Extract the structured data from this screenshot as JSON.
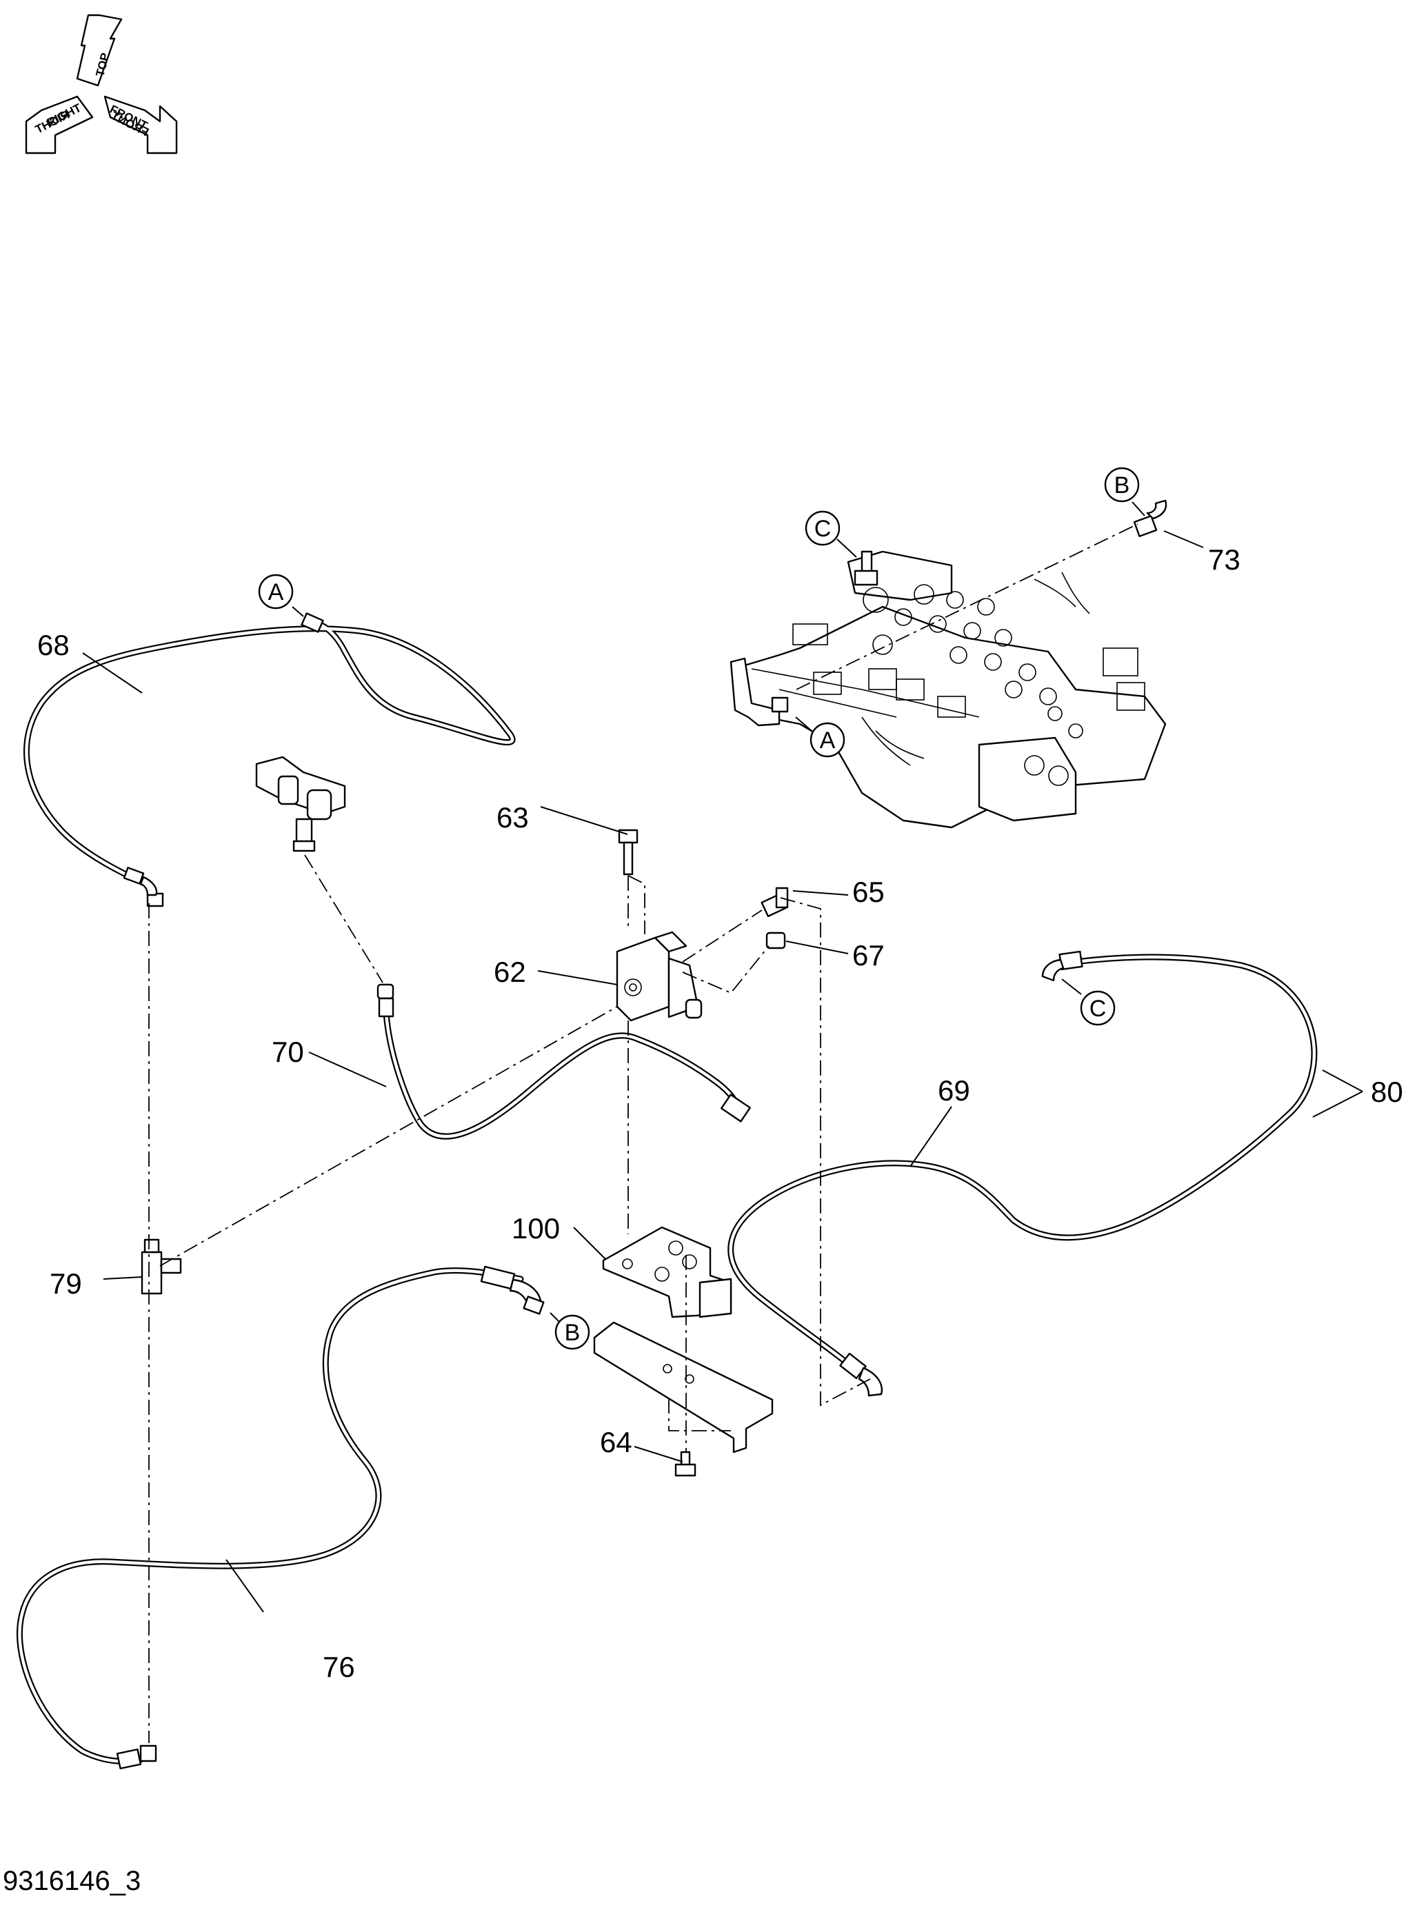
{
  "orientation": {
    "top": "TOP",
    "right": "RIGHT",
    "front": "FRONT",
    "mirror_right": "RIGHT",
    "mirror_front": "FRONT"
  },
  "callouts": {
    "c62": "62",
    "c63": "63",
    "c64": "64",
    "c65": "65",
    "c67": "67",
    "c68": "68",
    "c69": "69",
    "c70": "70",
    "c73": "73",
    "c76": "76",
    "c79": "79",
    "c80": "80",
    "c100": "100"
  },
  "references": {
    "a_valve": "A",
    "a_hose": "A",
    "b_valve": "B",
    "b_hose": "B",
    "c_valve": "C",
    "c_hose": "C"
  },
  "drawing_number": "9316146_3"
}
